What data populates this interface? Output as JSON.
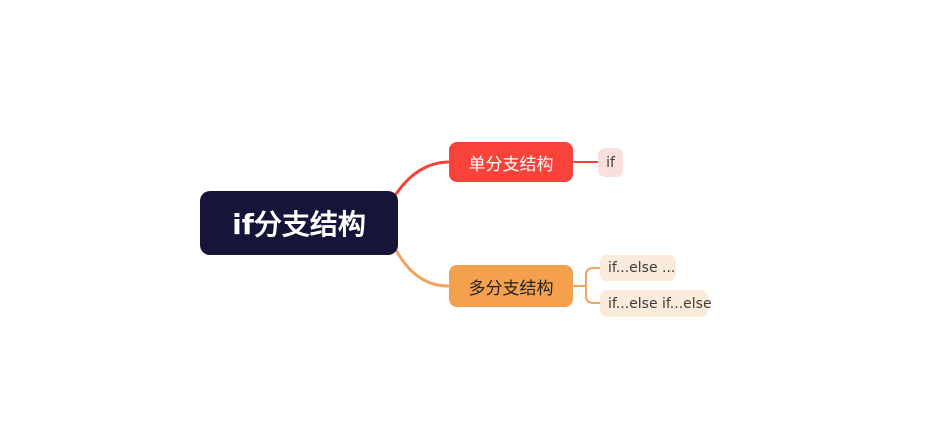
{
  "diagram": {
    "type": "mindmap",
    "background_color": "#ffffff",
    "root": {
      "label": "if分支结构",
      "bg_color": "#161539",
      "text_color": "#ffffff"
    },
    "branches": [
      {
        "label": "单分支结构",
        "bg_color": "#f9423a",
        "text_color": "#ffffff",
        "edge_color": "#f9423a",
        "children": [
          {
            "label": "if",
            "bg_color": "#fbdfdc",
            "text_color": "#3c3c3c"
          }
        ]
      },
      {
        "label": "多分支结构",
        "bg_color": "#f5a04c",
        "text_color": "#222222",
        "edge_color": "#f0a45f",
        "children": [
          {
            "label": "if...else ...",
            "bg_color": "#fbebdb",
            "text_color": "#3c3c3c"
          },
          {
            "label": "if...else if...else",
            "bg_color": "#fbebdb",
            "text_color": "#3c3c3c"
          }
        ]
      }
    ]
  }
}
